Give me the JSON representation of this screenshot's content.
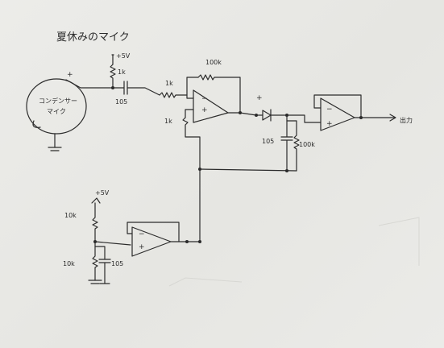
{
  "title": "夏休みのマイク",
  "labels": {
    "vplus_top": "+5V",
    "r_top": "1k",
    "cap_in": "105",
    "r_in": "1k",
    "r_fb": "100k",
    "r_gnd": "1k",
    "plus": "+",
    "minus": "−",
    "cap_out": "105",
    "r_out": "100k",
    "vplus_bottom": "+5V",
    "r_div_top": "10k",
    "r_div_bottom": "10k",
    "cap_div": "105",
    "output": "出力",
    "mic_line1": "コンデンサー",
    "mic_line2": "マイク"
  }
}
